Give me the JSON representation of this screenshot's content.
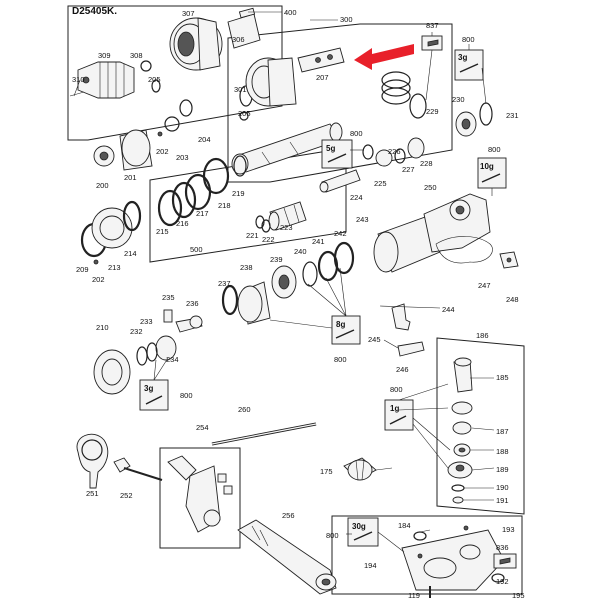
{
  "title": "D25405K.",
  "grease": {
    "box_3g_top": "3g",
    "box_5g": "5g",
    "box_10g": "10g",
    "box_8g": "8g",
    "box_3g_bottom": "3g",
    "box_1g": "1g",
    "box_30g": "30g"
  },
  "labels": {
    "l400": "400",
    "l307": "307",
    "l306": "306",
    "l300": "300",
    "l837": "837",
    "l800a": "800",
    "l309": "309",
    "l308": "308",
    "l205a": "205",
    "l310": "310",
    "l207": "207",
    "l301": "301",
    "l205b": "205",
    "l230": "230",
    "l231": "231",
    "l229": "229",
    "l204": "204",
    "l203": "203",
    "l202a": "202",
    "l201": "201",
    "l200": "200",
    "l800b": "800",
    "l226": "226",
    "l228": "228",
    "l227": "227",
    "l225": "225",
    "l219": "219",
    "l800c": "800",
    "l250": "250",
    "l215": "215",
    "l216": "216",
    "l217": "217",
    "l218": "218",
    "l224": "224",
    "l221": "221",
    "l222": "222",
    "l223": "223",
    "l500": "500",
    "l209": "209",
    "l213": "213",
    "l214": "214",
    "l202b": "202",
    "l243": "243",
    "l242": "242",
    "l241": "241",
    "l240": "240",
    "l239": "239",
    "l238": "238",
    "l237": "237",
    "l247": "247",
    "l248": "248",
    "l235": "235",
    "l236": "236",
    "l233": "233",
    "l232": "232",
    "l234": "234",
    "l210": "210",
    "l244": "244",
    "l245": "245",
    "l246": "246",
    "l800d": "800",
    "l186": "186",
    "l185": "185",
    "l800e": "800",
    "l800f": "800",
    "l260": "260",
    "l187": "187",
    "l188": "188",
    "l254": "254",
    "l175": "175",
    "l189": "189",
    "l190": "190",
    "l191": "191",
    "l251": "251",
    "l252": "252",
    "l256": "256",
    "l184": "184",
    "l193": "193",
    "l800g": "800",
    "l836": "836",
    "l194": "194",
    "l192": "192",
    "l119": "119",
    "l195": "195"
  },
  "colors": {
    "arrow": "#e8202a",
    "ink": "#222222"
  }
}
